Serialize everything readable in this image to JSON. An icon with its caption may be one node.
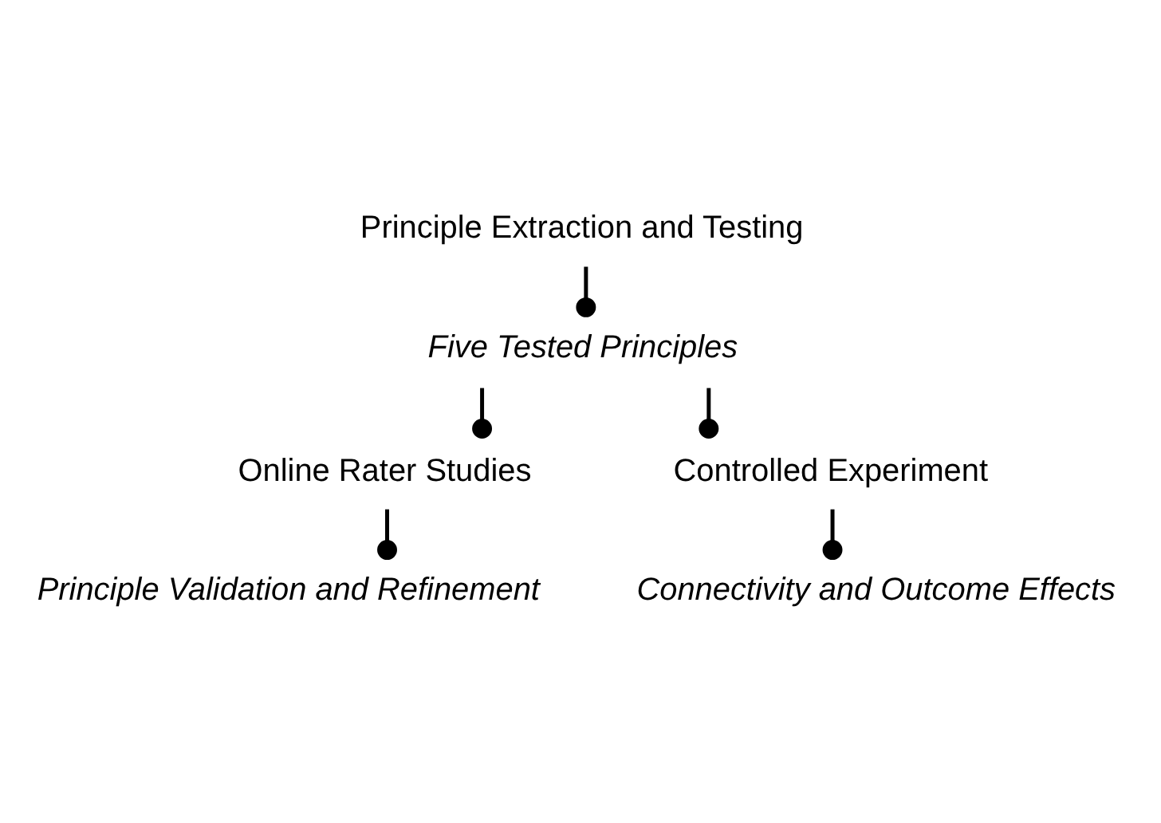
{
  "diagram": {
    "nodes": [
      {
        "text": [
          "Principle Extraction and Testing"
        ]
      },
      {
        "text": [
          "Five Tested Principles"
        ]
      },
      {
        "text": [
          "Online Rater Studies"
        ]
      },
      {
        "text": [
          "Principle Validation and Refinement"
        ]
      },
      {
        "text": [
          "Controlled Experiment"
        ]
      },
      {
        "text": [
          "Connectivity and Outcome Effects"
        ]
      }
    ],
    "edges": [
      {
        "from": 0,
        "to": 1,
        "arrow": "other"
      },
      {
        "from": 1,
        "to": 2,
        "arrow": "other"
      },
      {
        "from": 2,
        "to": 3,
        "arrow": "other"
      },
      {
        "from": 1,
        "to": 4,
        "arrow": "other"
      },
      {
        "from": 4,
        "to": 5,
        "arrow": "other"
      }
    ]
  }
}
